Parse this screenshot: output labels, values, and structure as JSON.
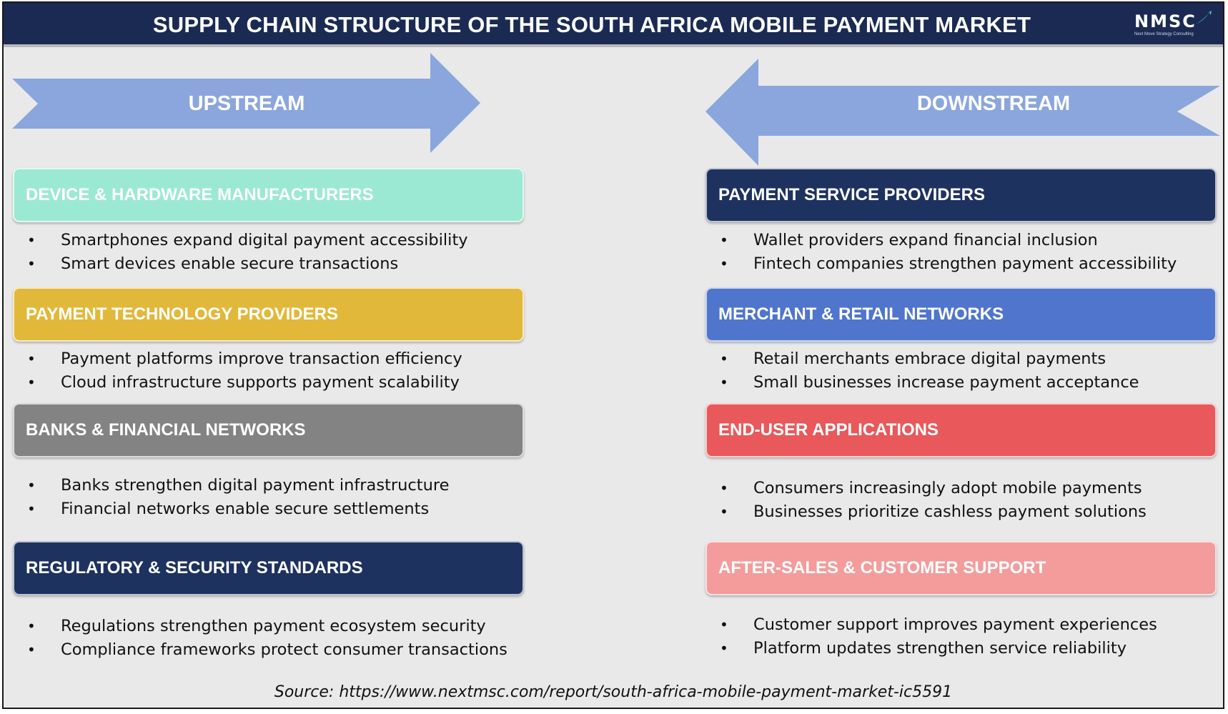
{
  "header": {
    "title": "SUPPLY CHAIN STRUCTURE OF THE SOUTH AFRICA MOBILE PAYMENT MARKET",
    "logo": "NMSC",
    "logo_tagline": "Next Move Strategy Consulting"
  },
  "colors": {
    "header_bg": "#1b2a52",
    "arrow": "#8ba6dd",
    "mint": "#9ce9d3",
    "gold": "#e2b83a",
    "gray": "#838383",
    "navy": "#1e3260",
    "blue": "#4f75cc",
    "red": "#e9585a",
    "pink": "#f39c9b"
  },
  "upstream": {
    "label": "UPSTREAM",
    "sections": [
      {
        "title": "DEVICE & HARDWARE MANUFACTURERS",
        "bullets": [
          "Smartphones expand digital payment accessibility",
          "Smart devices enable secure transactions"
        ]
      },
      {
        "title": "PAYMENT TECHNOLOGY PROVIDERS",
        "bullets": [
          "Payment platforms improve transaction efficiency",
          "Cloud infrastructure supports payment scalability"
        ]
      },
      {
        "title": "BANKS & FINANCIAL NETWORKS",
        "bullets": [
          "Banks strengthen digital payment infrastructure",
          "Financial networks enable secure settlements"
        ]
      },
      {
        "title": "REGULATORY & SECURITY STANDARDS",
        "bullets": [
          "Regulations strengthen payment ecosystem security",
          "Compliance frameworks protect consumer transactions"
        ]
      }
    ]
  },
  "downstream": {
    "label": "DOWNSTREAM",
    "sections": [
      {
        "title": "PAYMENT SERVICE PROVIDERS",
        "bullets": [
          "Wallet providers expand financial inclusion",
          "Fintech companies strengthen payment accessibility"
        ]
      },
      {
        "title": "MERCHANT & RETAIL NETWORKS",
        "bullets": [
          "Retail merchants embrace digital payments",
          "Small businesses increase payment acceptance"
        ]
      },
      {
        "title": "END-USER APPLICATIONS",
        "bullets": [
          "Consumers increasingly adopt mobile payments",
          "Businesses prioritize cashless payment solutions"
        ]
      },
      {
        "title": "AFTER-SALES & CUSTOMER SUPPORT",
        "bullets": [
          "Customer support improves payment experiences",
          "Platform updates strengthen service reliability"
        ]
      }
    ]
  },
  "bullet_char": "•",
  "source": "Source: https://www.nextmsc.com/report/south-africa-mobile-payment-market-ic5591"
}
